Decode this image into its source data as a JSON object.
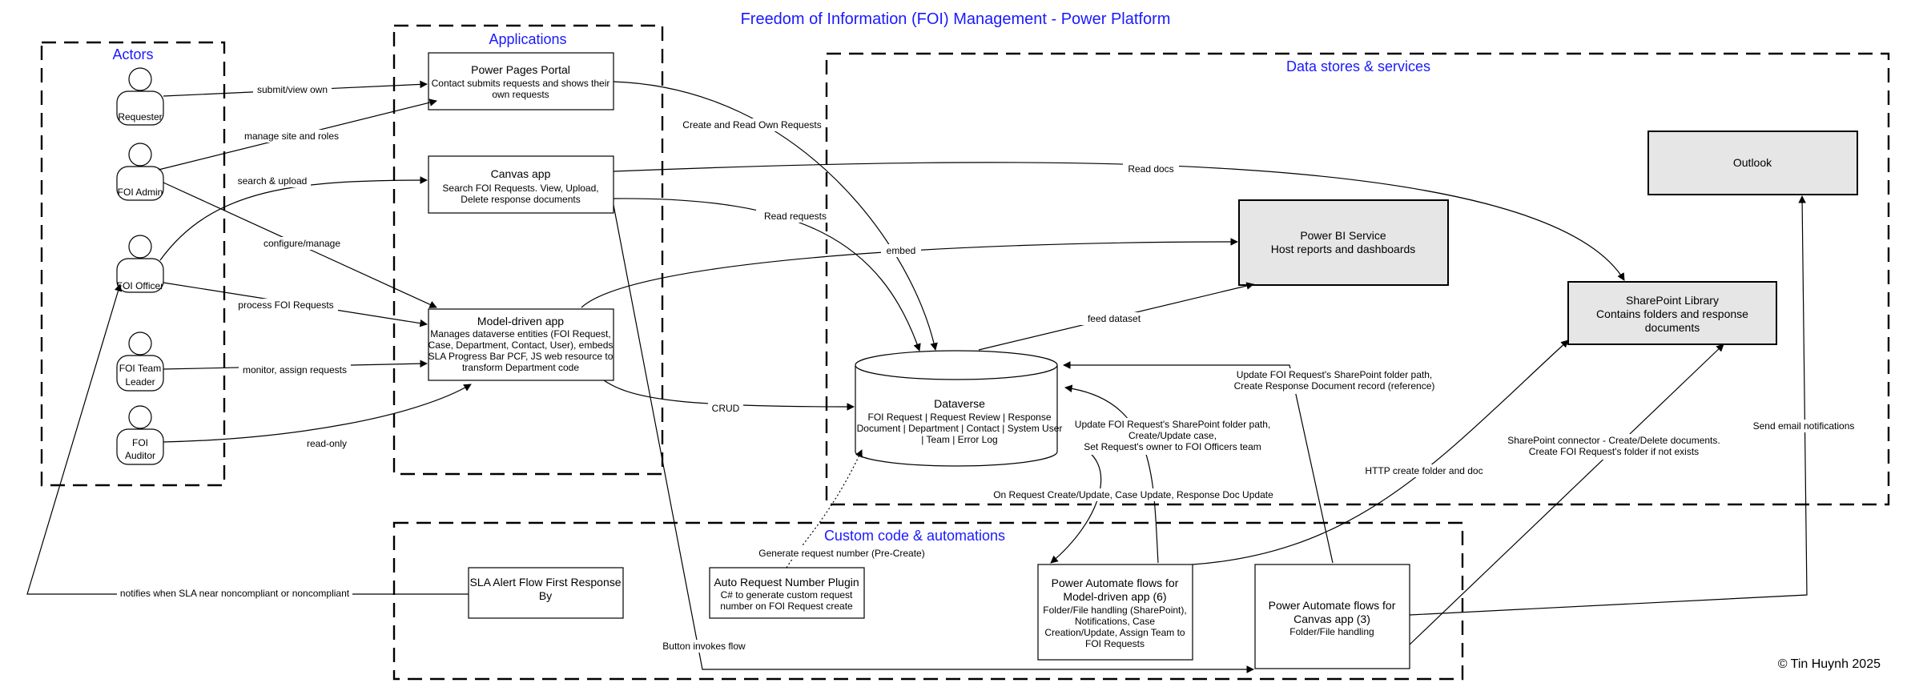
{
  "title": "Freedom of Information (FOI) Management - Power Platform",
  "copyright": "© Tin Huynh 2025",
  "groups": {
    "actors": "Actors",
    "applications": "Applications",
    "data_stores": "Data stores & services",
    "custom_code": "Custom code & automations"
  },
  "actors": {
    "requester": "Requester",
    "foi_admin": "FOI Admin",
    "foi_officer": "FOI Officer",
    "foi_team_leader_1": "FOI Team",
    "foi_team_leader_2": "Leader",
    "foi_auditor_1": "FOI",
    "foi_auditor_2": "Auditor"
  },
  "apps": {
    "portal": {
      "title": "Power Pages Portal",
      "desc": [
        "Contact submits requests and shows their",
        "own requests"
      ]
    },
    "canvas": {
      "title": "Canvas app",
      "desc": [
        "Search FOI Requests. View, Upload,",
        "Delete response documents"
      ]
    },
    "model": {
      "title": "Model-driven app",
      "desc": [
        "Manages dataverse entities (FOI Request,",
        "Case, Department, Contact, User), embeds",
        "SLA Progress Bar PCF, JS web resource to",
        "transform Department code"
      ]
    }
  },
  "stores": {
    "outlook": "Outlook",
    "powerbi": [
      "Power BI Service",
      "Host reports and dashboards"
    ],
    "sharepoint": [
      "SharePoint Library",
      "Contains folders and response",
      "documents"
    ],
    "dataverse": {
      "title": "Dataverse",
      "desc": [
        "FOI Request | Request Review | Response",
        "Document | Department | Contact | System User",
        "| Team | Error Log"
      ]
    }
  },
  "automations": {
    "sla_alert": [
      "SLA Alert Flow First Response",
      "By"
    ],
    "plugin": [
      "Auto Request Number Plugin",
      "C# to generate custom request",
      "number on FOI Request create"
    ],
    "flows_model": [
      "Power Automate flows for",
      "Model-driven app (6)",
      "Folder/File handling (SharePoint),",
      "Notifications, Case",
      "Creation/Update, Assign Team to",
      "FOI Requests"
    ],
    "flows_canvas": [
      "Power Automate flows for",
      "Canvas app (3)",
      "Folder/File handling"
    ]
  },
  "edges": {
    "submit_view": "submit/view own",
    "manage_site": "manage site and roles",
    "search_upload": "search & upload",
    "configure": "configure/manage",
    "process": "process FOI Requests",
    "monitor": "monitor, assign requests",
    "read_only": "read-only",
    "create_read_own": "Create and Read Own Requests",
    "read_docs": "Read docs",
    "read_requests": "Read requests",
    "embed": "embed",
    "feed_dataset": "feed dataset",
    "crud": "CRUD",
    "update_sp_path": [
      "Update FOI Request's SharePoint folder path,",
      "Create Response Document record (reference)"
    ],
    "update_sp_case": [
      "Update FOI Request's SharePoint folder path,",
      "Create/Update case,",
      "Set Request's owner to FOI Officers team"
    ],
    "on_request": "On Request Create/Update, Case Update, Response Doc Update",
    "http_create": "HTTP create folder and doc",
    "sp_connector": [
      "SharePoint connector - Create/Delete documents.",
      "Create FOI Request's folder if not exists"
    ],
    "send_email": "Send email notifications",
    "generate_number": "Generate request number (Pre-Create)",
    "notifies_sla": "notifies when SLA near noncompliant or noncompliant",
    "button_invokes": "Button invokes flow"
  }
}
